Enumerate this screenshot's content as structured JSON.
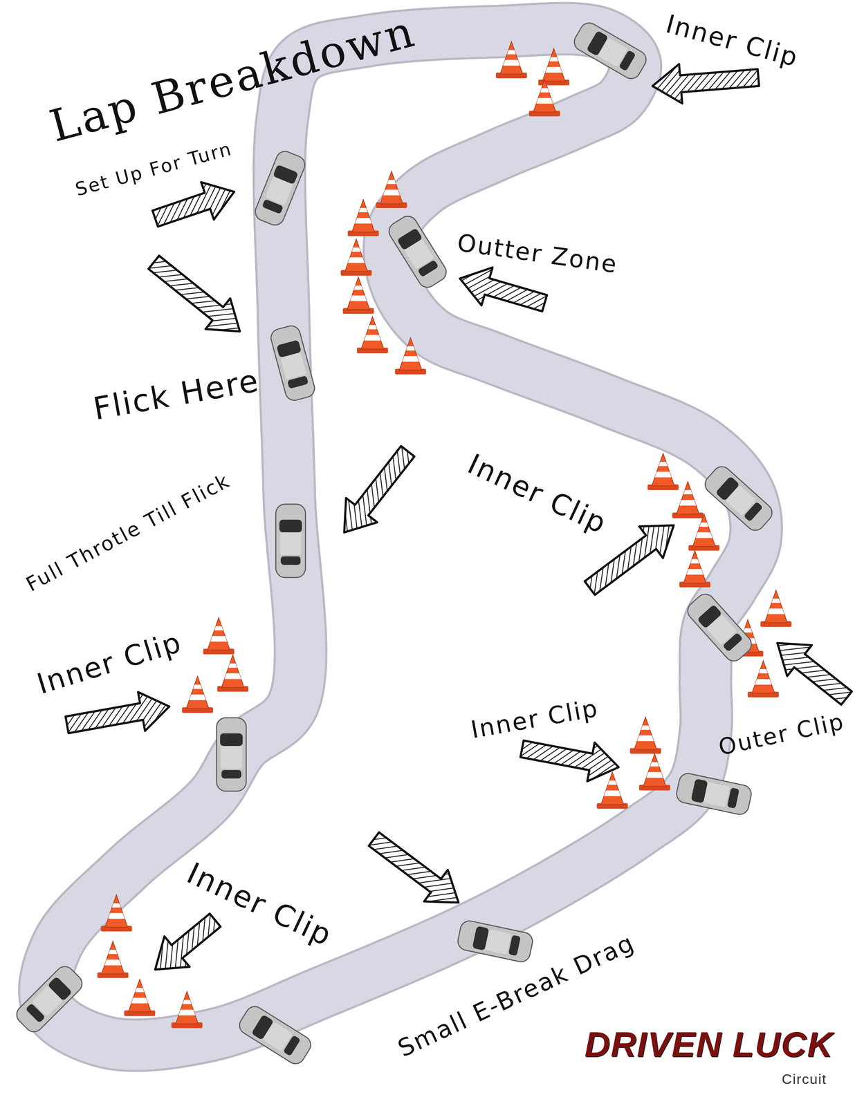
{
  "diagram": {
    "title": "Lap Breakdown",
    "labels": [
      "Inner Clip",
      "Set Up For Turn",
      "Outter Zone",
      "Flick Here",
      "Full Throtle Till Flick",
      "Inner Clip",
      "Inner Clip",
      "Outer Clip",
      "Inner Clip",
      "Inner Clip",
      "Small E-Break Drag",
      "DRIVEN LUCK",
      "Circuit"
    ]
  }
}
